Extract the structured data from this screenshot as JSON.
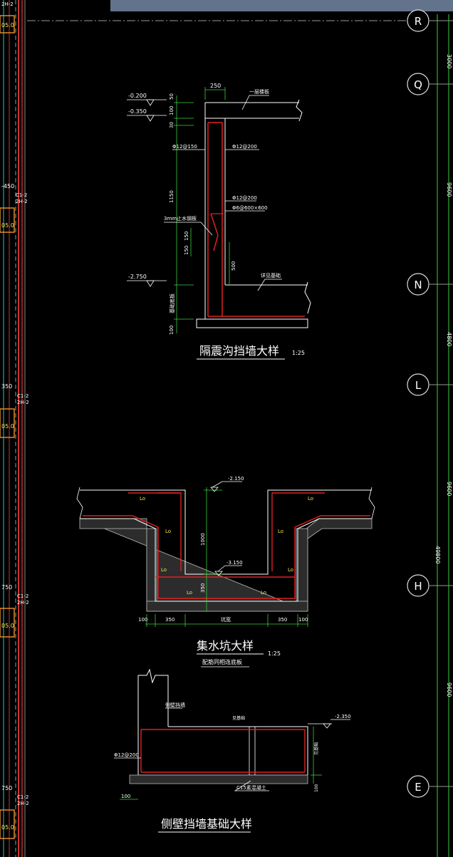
{
  "banner": {
    "text": ""
  },
  "grid_axes": [
    "R",
    "Q",
    "N",
    "L",
    "H",
    "E"
  ],
  "right_dims": [
    "3000",
    "9600",
    "4800",
    "9600",
    "49800",
    "9600"
  ],
  "left_tags": {
    "a": "-450",
    "b": "C1-2",
    "c": "2H-2",
    "d": "350",
    "e": "05.0",
    "f": "750"
  },
  "detail1": {
    "title": "隔震沟挡墙大样",
    "scale": "1:25",
    "elev_top1": "-0.200",
    "elev_top2": "-0.350",
    "elev_bottom": "-2.750",
    "dim_width": "250",
    "dim_50": "50",
    "dim_100": "100",
    "dim_30": "30",
    "dim_1150": "1150",
    "dim_150a": "150",
    "dim_150b": "150",
    "dim_500": "500",
    "dim_bot_100": "100",
    "label_slab": "一层楼板",
    "label_rebar1": "Φ12@150",
    "label_rebar2": "Φ12@200",
    "label_rebar3": "Φ12@200",
    "label_rebar4": "Φ6@600×600",
    "label_waterstop": "3mm止水钢板",
    "label_base": "详见基础",
    "label_found": "基础底板"
  },
  "detail2": {
    "title": "集水坑大样",
    "scale": "1:25",
    "subtitle": "配筋同相连底板",
    "elev_top": "-2.150",
    "elev_pit": "-3.150",
    "dim_1000": "1000",
    "dim_350v": "350",
    "dims_bottom": [
      "100",
      "350",
      "坑宽",
      "350",
      "100"
    ],
    "lo": "Lo"
  },
  "detail3": {
    "title": "侧壁挡墙基础大样",
    "elev": "-2.350",
    "label_wall": "侧壁挡墙",
    "label_rebar": "Φ12@200",
    "label_top": "见基础",
    "label_right": "见基础",
    "label_bottom": "C15素混凝土",
    "dim_100a": "100",
    "dim_100b": "100"
  }
}
